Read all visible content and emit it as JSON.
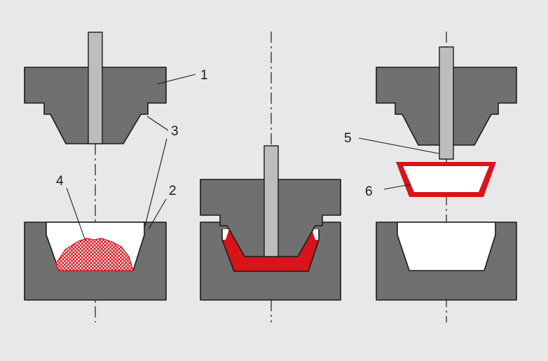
{
  "colors": {
    "background": "#e8e8e8",
    "die": "#707070",
    "rod": "#bdbdbd",
    "cavity": "#ffffff",
    "material": "#d8141b",
    "outline": "#1a1a1a"
  },
  "labels": {
    "l1": "1",
    "l2": "2",
    "l3": "3",
    "l4": "4",
    "l5": "5",
    "l6": "6"
  }
}
